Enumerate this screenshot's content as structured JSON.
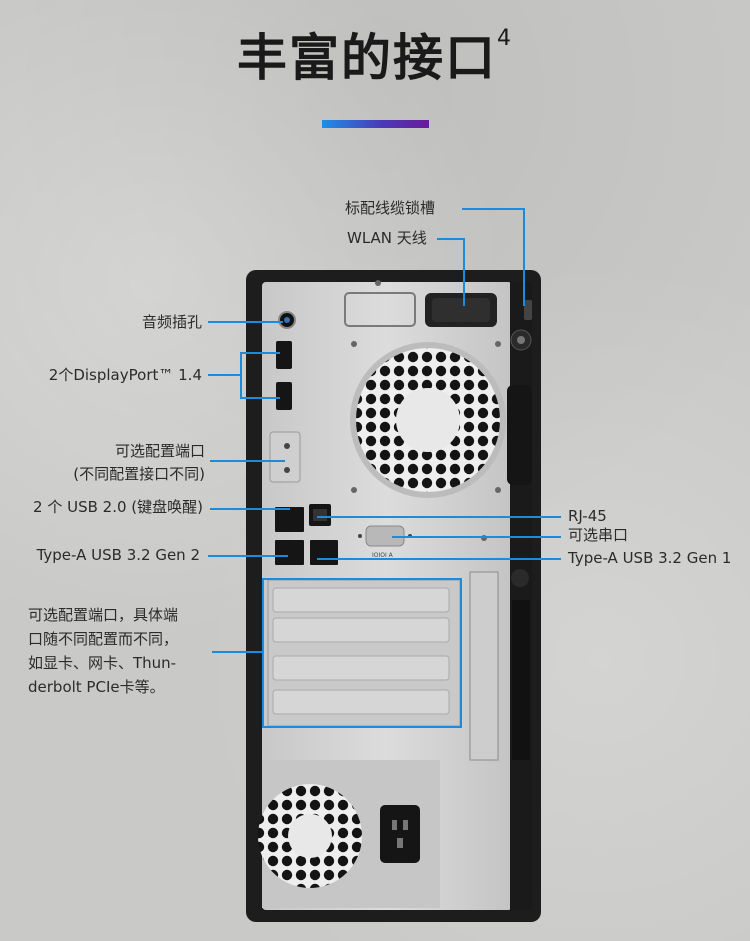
{
  "title": {
    "text": "丰富的接口",
    "superscript": "4"
  },
  "accent_colors": {
    "title_gradient": [
      "#1f8fe6",
      "#6a1a9a"
    ],
    "callout_line": "#1b8be0"
  },
  "labels": {
    "cable_lock_slot": "标配线缆锁槽",
    "wlan_antenna": "WLAN 天线",
    "audio_jack": "音频插孔",
    "displayport": "2个DisplayPort™ 1.4",
    "optional_port_line1": "可选配置端口",
    "optional_port_line2": "(不同配置接口不同)",
    "usb2": "2 个 USB 2.0 (键盘唤醒)",
    "usb32_gen2": "Type-A USB 3.2 Gen 2",
    "rj45": "RJ-45",
    "serial": "可选串口",
    "usb32_gen1": "Type-A USB 3.2 Gen 1",
    "expansion_lines": [
      "可选配置端口，具体端",
      "口随不同配置而不同，",
      "如显卡、网卡、Thun-",
      "derbolt PCIe卡等。"
    ]
  },
  "tower_text": {
    "serial_label": "IOIOI A"
  }
}
